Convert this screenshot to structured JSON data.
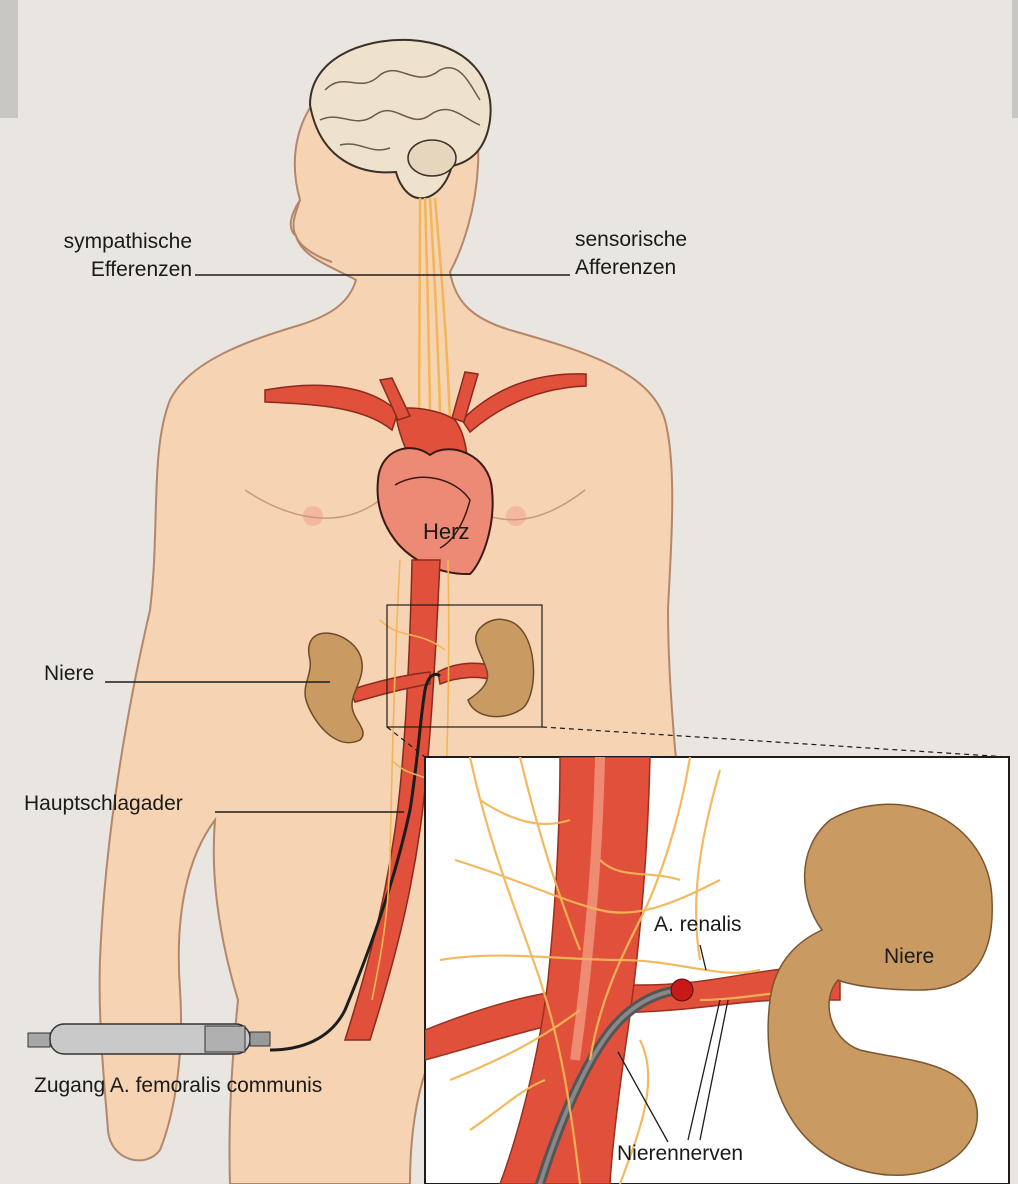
{
  "labels": {
    "sympathetic_line1": "sympathische",
    "sympathetic_line2": "Efferenzen",
    "sensory_line1": "sensorische",
    "sensory_line2": "Afferenzen",
    "heart": "Herz",
    "kidney_left": "Niere",
    "aorta": "Hauptschlagader",
    "access": "Zugang  A. femoralis communis",
    "renal_artery": "A. renalis",
    "kidney_inset": "Niere",
    "renal_nerves": "Nierennerven"
  },
  "colors": {
    "background": "#e9e5e0",
    "skin": "#f6d3b3",
    "artery": "#e0503a",
    "nerve": "#f3b657",
    "kidney": "#c99a62",
    "brain": "#efe2cc"
  }
}
